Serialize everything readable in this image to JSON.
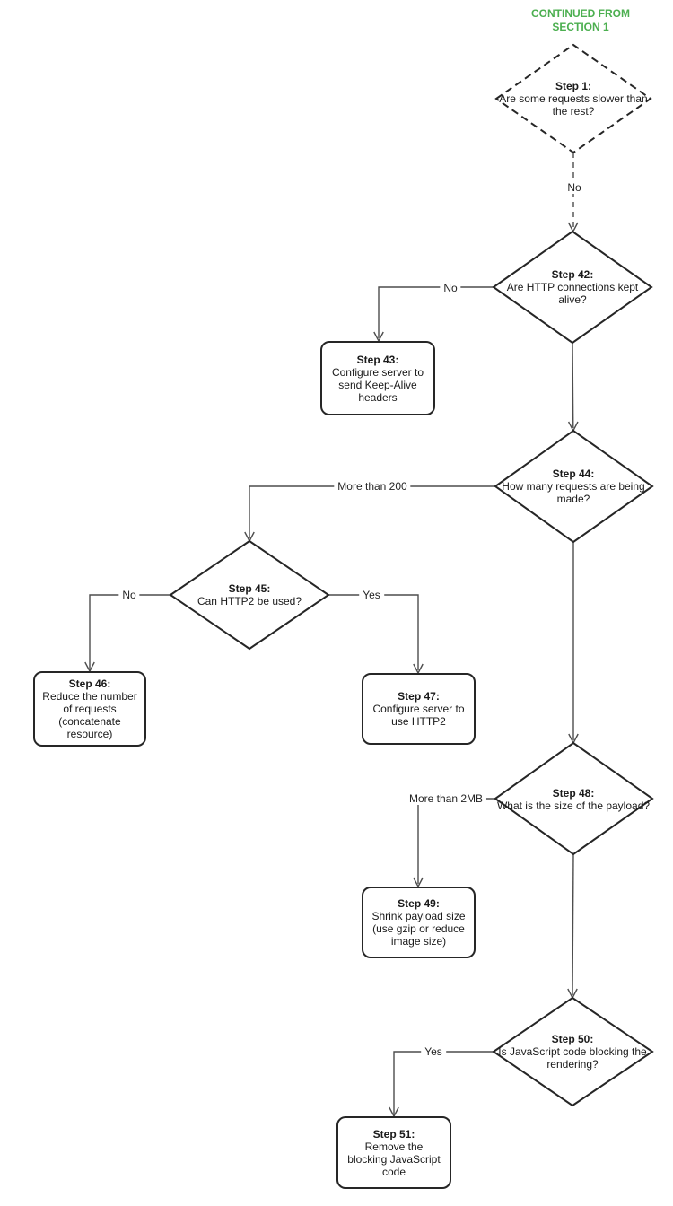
{
  "header": {
    "line1": "CONTINUED FROM",
    "line2": "SECTION 1"
  },
  "colors": {
    "accent_green": "#4caf50",
    "shape_stroke": "#262626",
    "connector_stroke": "#4d4d4d"
  },
  "nodes": {
    "step1": {
      "shape": "decision",
      "border": "dashed",
      "title": "Step 1:",
      "text": "Are some requests slower than the rest?"
    },
    "step42": {
      "shape": "decision",
      "border": "solid",
      "title": "Step 42:",
      "text": "Are HTTP connections kept alive?"
    },
    "step43": {
      "shape": "process",
      "border": "solid",
      "title": "Step 43:",
      "text": "Configure server to send Keep-Alive headers"
    },
    "step44": {
      "shape": "decision",
      "border": "solid",
      "title": "Step 44:",
      "text": "How many requests are being made?"
    },
    "step45": {
      "shape": "decision",
      "border": "solid",
      "title": "Step 45:",
      "text": "Can HTTP2 be used?"
    },
    "step46": {
      "shape": "process",
      "border": "solid",
      "title": "Step 46:",
      "text": "Reduce the number of requests (concatenate resource)"
    },
    "step47": {
      "shape": "process",
      "border": "solid",
      "title": "Step 47:",
      "text": "Configure server to use HTTP2"
    },
    "step48": {
      "shape": "decision",
      "border": "solid",
      "title": "Step 48:",
      "text": "What is the size of the payload?"
    },
    "step49": {
      "shape": "process",
      "border": "solid",
      "title": "Step 49:",
      "text": "Shrink payload size (use gzip or reduce image size)"
    },
    "step50": {
      "shape": "decision",
      "border": "solid",
      "title": "Step 50:",
      "text": "Is JavaScript code blocking the rendering?"
    },
    "step51": {
      "shape": "process",
      "border": "solid",
      "title": "Step 51:",
      "text": "Remove the blocking JavaScript code"
    }
  },
  "edges": {
    "step1_to_step42": {
      "label": "No"
    },
    "step42_to_step43": {
      "label": "No"
    },
    "step44_to_step45": {
      "label": "More than 200"
    },
    "step45_to_step46": {
      "label": "No"
    },
    "step45_to_step47": {
      "label": "Yes"
    },
    "step48_to_step49": {
      "label": "More than 2MB"
    },
    "step50_to_step51": {
      "label": "Yes"
    }
  }
}
